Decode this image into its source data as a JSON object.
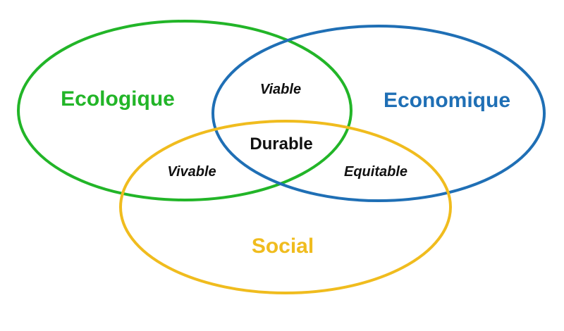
{
  "sets": {
    "ecologique": {
      "label": "Ecologique",
      "color": "#22b528"
    },
    "economique": {
      "label": "Economique",
      "color": "#1f6fb5"
    },
    "social": {
      "label": "Social",
      "color": "#f0bc1e"
    }
  },
  "regions": {
    "ecologique_economique": "Viable",
    "ecologique_social": "Vivable",
    "economique_social": "Equitable",
    "all": "Durable"
  }
}
